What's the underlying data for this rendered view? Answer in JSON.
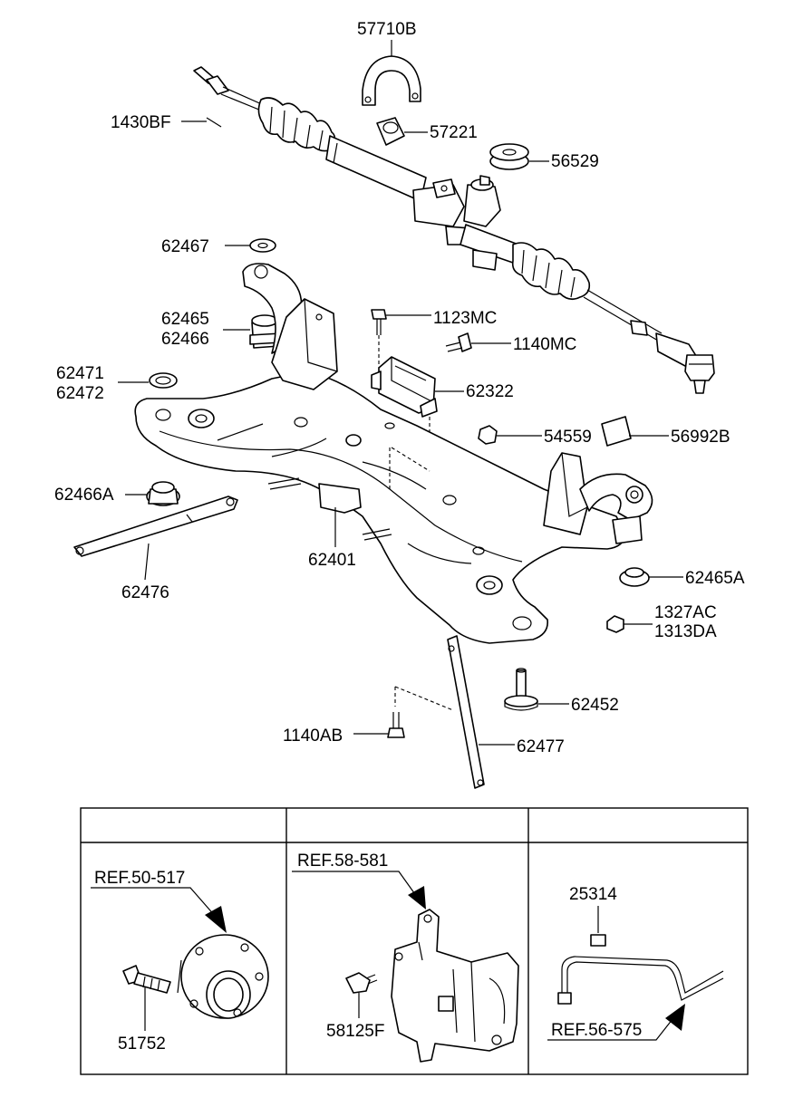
{
  "parts": {
    "p57710B": "57710B",
    "p1430BF": "1430BF",
    "p57221": "57221",
    "p56529": "56529",
    "p62467": "62467",
    "p62465": "62465",
    "p62466": "62466",
    "p1123MC": "1123MC",
    "p1140MC": "1140MC",
    "p62471": "62471",
    "p62472": "62472",
    "p62322": "62322",
    "p54559": "54559",
    "p56992B": "56992B",
    "p62466A": "62466A",
    "p62476": "62476",
    "p62401": "62401",
    "p62465A": "62465A",
    "p1327AC": "1327AC",
    "p1313DA": "1313DA",
    "p62452": "62452",
    "p1140AB": "1140AB",
    "p62477": "62477",
    "p51752": "51752",
    "p58125F": "58125F",
    "p25314": "25314"
  },
  "refs": {
    "ref1": "REF.50-517",
    "ref2": "REF.58-581",
    "ref3": "REF.56-575"
  }
}
